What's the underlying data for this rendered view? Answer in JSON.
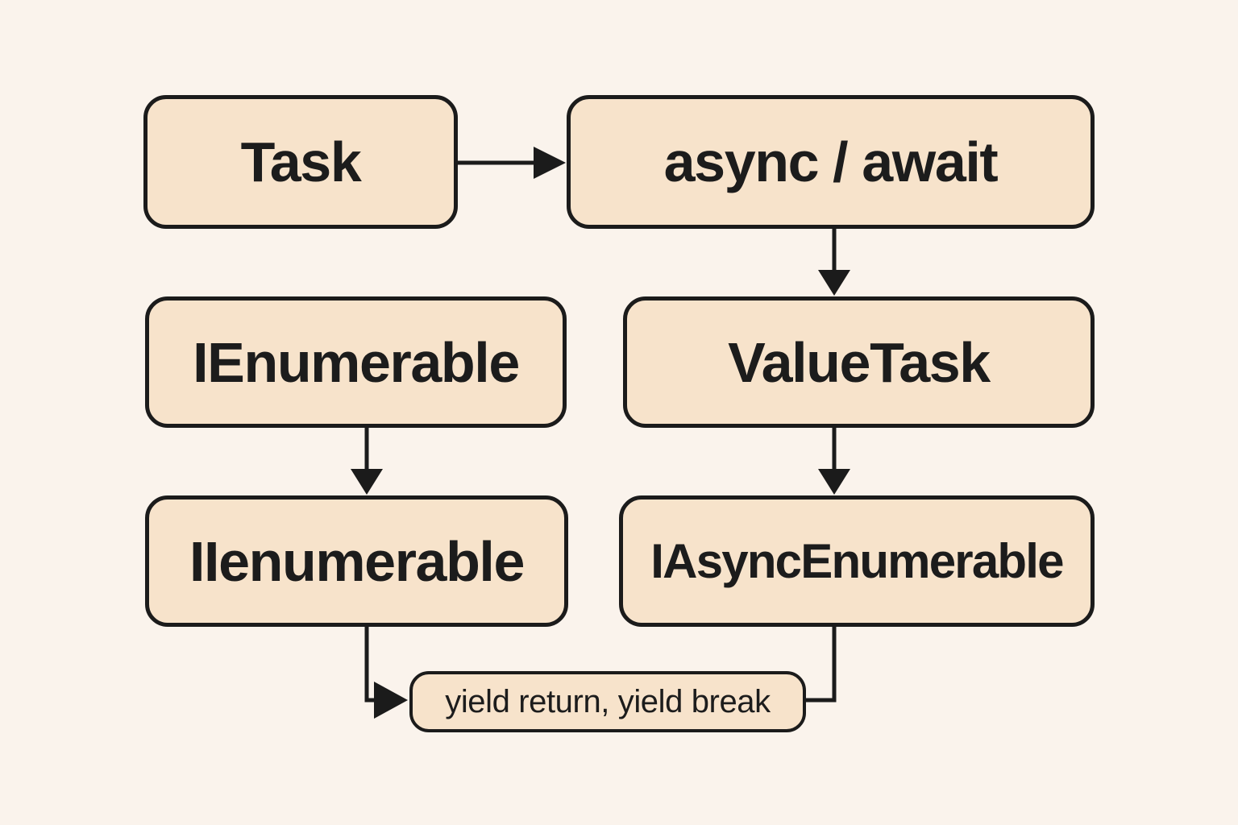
{
  "diagram": {
    "title": "C# async streams concept flow",
    "colors": {
      "background": "#faf3ec",
      "node_fill": "#f7e3cb",
      "node_border": "#1b1b1b",
      "text": "#1c1c1c"
    },
    "nodes": [
      {
        "id": "task",
        "label": "Task"
      },
      {
        "id": "async-await",
        "label": "async / await"
      },
      {
        "id": "ienumerable",
        "label": "IEnumerable"
      },
      {
        "id": "valuetask",
        "label": "ValueTask"
      },
      {
        "id": "iienumerable",
        "label": "IIenumerable"
      },
      {
        "id": "iasyncenumerable",
        "label": "IAsyncEnumerable"
      },
      {
        "id": "yield",
        "label": "yield return, yield break"
      }
    ],
    "edges": [
      {
        "from": "Task",
        "to": "async / await",
        "arrowhead": true,
        "shape": "straight-right"
      },
      {
        "from": "async / await",
        "to": "ValueTask",
        "arrowhead": true,
        "shape": "straight-down"
      },
      {
        "from": "IEnumerable",
        "to": "IIenumerable",
        "arrowhead": true,
        "shape": "straight-down"
      },
      {
        "from": "ValueTask",
        "to": "IAsyncEnumerable",
        "arrowhead": true,
        "shape": "straight-down"
      },
      {
        "from": "IIenumerable",
        "to": "yield return, yield break",
        "arrowhead": true,
        "shape": "elbow-down-right"
      },
      {
        "from": "IAsyncEnumerable",
        "to": "yield return, yield break",
        "arrowhead": false,
        "shape": "elbow-down-left"
      }
    ]
  }
}
